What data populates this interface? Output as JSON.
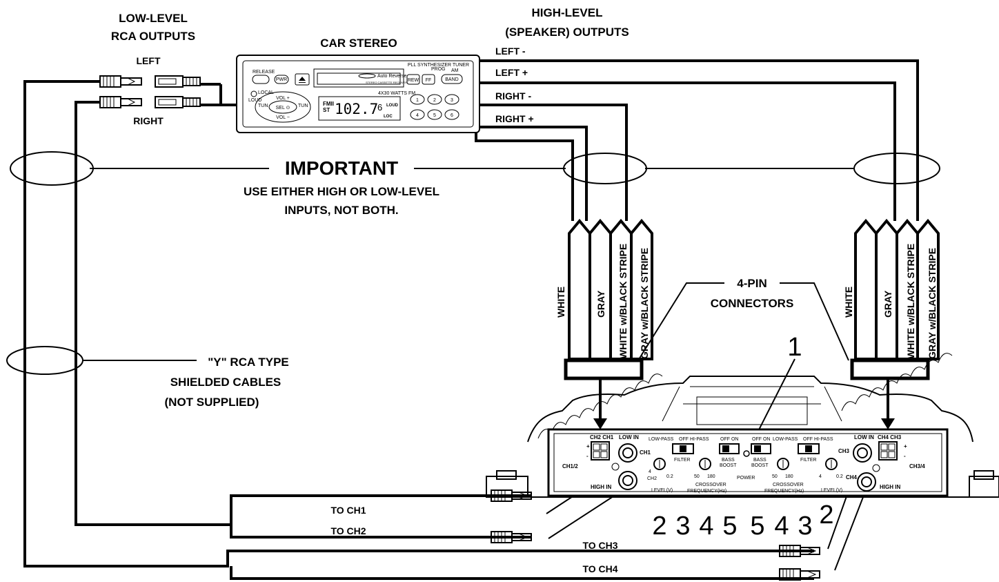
{
  "labels": {
    "low_level_line1": "LOW-LEVEL",
    "low_level_line2": "RCA OUTPUTS",
    "left": "LEFT",
    "right": "RIGHT",
    "car_stereo": "CAR STEREO",
    "high_level_line1": "HIGH-LEVEL",
    "high_level_line2": "(SPEAKER) OUTPUTS",
    "left_minus": "LEFT  -",
    "left_plus": "LEFT  +",
    "right_minus": "RIGHT  -",
    "right_plus": "RIGHT  +",
    "important": "IMPORTANT",
    "use_line1": "USE EITHER HIGH OR LOW-LEVEL",
    "use_line2": "INPUTS, NOT BOTH.",
    "y_line1": "\"Y\" RCA TYPE",
    "y_line2": "SHIELDED CABLES",
    "y_line3": "(NOT SUPPLIED)",
    "pin_line1": "4-PIN",
    "pin_line2": "CONNECTORS",
    "to_ch1": "TO CH1",
    "to_ch2": "TO CH2",
    "to_ch3": "TO CH3",
    "to_ch4": "TO CH4"
  },
  "wire_colors": [
    "WHITE",
    "GRAY",
    "WHITE w/BLACK STRIPE",
    "GRAY w/BLACK STRIPE"
  ],
  "callouts": {
    "top": "1",
    "bottom": [
      "2",
      "3",
      "4",
      "5",
      "5",
      "4",
      "3",
      "2"
    ]
  },
  "stereo": {
    "release": "RELEASE",
    "pwr": "PWR",
    "rew": "REW",
    "ff": "FF",
    "band": "BAND",
    "prog": "PROG",
    "am": "AM",
    "fm": "FM",
    "tuner": "PLL SYNTHESIZER TUNER",
    "auto_reverse": "Auto Reverse",
    "stereo_cassette": "STEREO CASSETTE RECEIVER",
    "watts": "4X30 WATTS",
    "display_band": "FMII",
    "display_st": "ST",
    "display_freq": "102.7",
    "display_preset": "6",
    "display_loud": "LOUD",
    "display_loc": "LOC",
    "loud": "LOUD",
    "local": "LOCAL",
    "vol_plus": "VOL +",
    "vol_minus": "VOL −",
    "sel": "SEL ⊙",
    "tun_left": "TUN",
    "tun_right": "TUN",
    "presets": [
      "1",
      "2",
      "3",
      "4",
      "5",
      "6"
    ]
  },
  "amp": {
    "ch2_ch1": "CH2 CH1",
    "ch4_ch3": "CH4 CH3",
    "low_in": "LOW IN",
    "high_in": "HIGH IN",
    "ch1": "CH1",
    "ch2": "CH2",
    "ch3": "CH3",
    "ch4": "CH4",
    "ch12": "CH1/2",
    "ch34": "CH3/4",
    "lowpass": "LOW-PASS",
    "off": "OFF",
    "hipass": "HI-PASS",
    "off_on": "OFF ON",
    "filter": "FILTER",
    "bass": "BASS",
    "boost": "BOOST",
    "power": "POWER",
    "crossover": "CROSSOVER",
    "freq": "FREQUENCY(Hz)",
    "level": "LEVEL(V)",
    "v4": "4",
    "v02": "0.2",
    "f50": "50",
    "f180": "180",
    "plus": "+",
    "minus": "-"
  }
}
